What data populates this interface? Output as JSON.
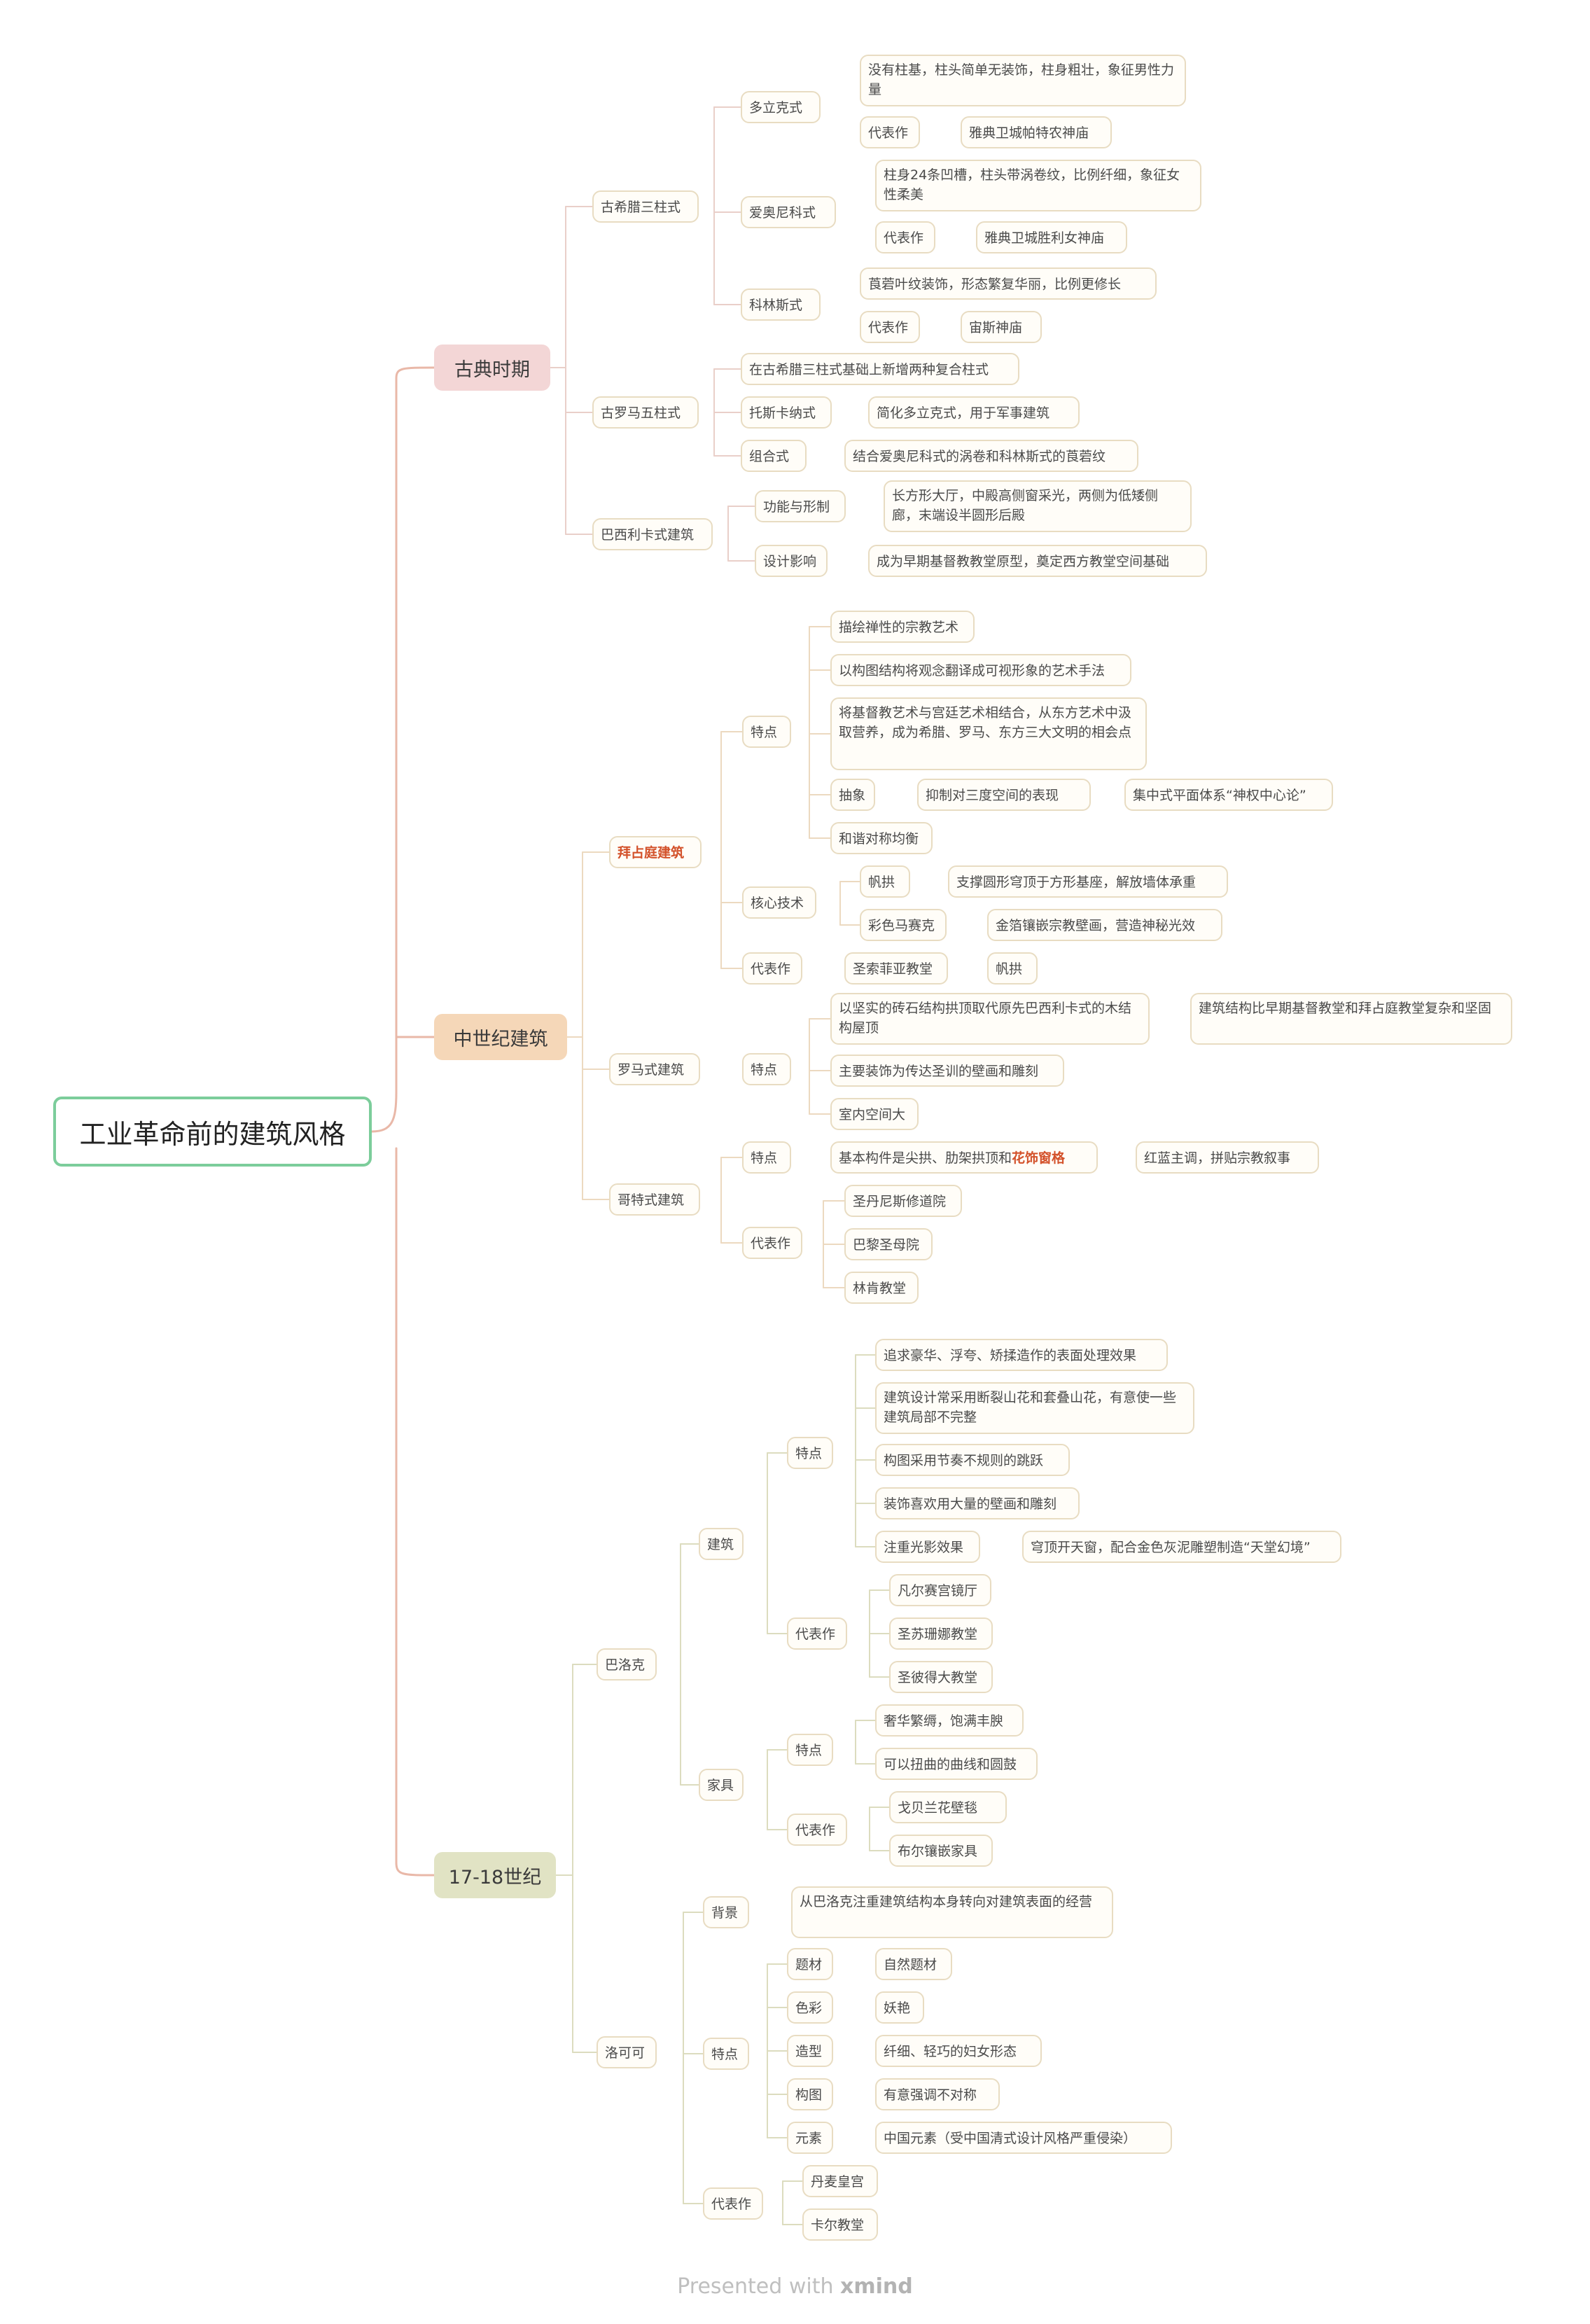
{
  "root": "工业革命前的建筑风格",
  "eras": [
    {
      "label": "古典时期",
      "color": "#f3d6d6"
    },
    {
      "label": "中世纪建筑",
      "color": "#f5d7b8"
    },
    {
      "label": "17-18世纪",
      "color": "#e1e3c4"
    }
  ],
  "classical": {
    "greek": "古希腊三柱式",
    "doric": "多立克式",
    "doric_desc": "没有柱基，柱头简单无装饰，柱身粗壮，象征男性力量",
    "doric_rep_label": "代表作",
    "doric_rep": "雅典卫城帕特农神庙",
    "ionic": "爱奥尼科式",
    "ionic_desc": "柱身24条凹槽，柱头带涡卷纹，比例纤细，象征女性柔美",
    "ionic_rep_label": "代表作",
    "ionic_rep": "雅典卫城胜利女神庙",
    "corinthian": "科林斯式",
    "corinthian_desc": "莨菪叶纹装饰，形态繁复华丽，比例更修长",
    "corinthian_rep_label": "代表作",
    "corinthian_rep": "宙斯神庙",
    "roman": "古罗马五柱式",
    "roman_desc": "在古希腊三柱式基础上新增两种复合柱式",
    "tuscan": "托斯卡纳式",
    "tuscan_desc": "简化多立克式，用于军事建筑",
    "composite": "组合式",
    "composite_desc": "结合爱奥尼科式的涡卷和科林斯式的莨菪纹",
    "basilica": "巴西利卡式建筑",
    "basilica_func": "功能与形制",
    "basilica_func_desc": "长方形大厅，中殿高侧窗采光，两侧为低矮侧廊，末端设半圆形后殿",
    "basilica_influence": "设计影响",
    "basilica_influence_desc": "成为早期基督教教堂原型，奠定西方教堂空间基础"
  },
  "medieval": {
    "byzantine": "拜占庭建筑",
    "byz_features": "特点",
    "byz_f1": "描绘禅性的宗教艺术",
    "byz_f2": "以构图结构将观念翻译成可视形象的艺术手法",
    "byz_f3": "将基督教艺术与宫廷艺术相结合，从东方艺术中汲取营养，成为希腊、罗马、东方三大文明的相会点",
    "byz_f4": "抽象",
    "byz_f4a": "抑制对三度空间的表现",
    "byz_f4b": "集中式平面体系“神权中心论”",
    "byz_f5": "和谐对称均衡",
    "byz_tech": "核心技术",
    "byz_t1": "帆拱",
    "byz_t1_desc": "支撑圆形穹顶于方形基座，解放墙体承重",
    "byz_t2": "彩色马赛克",
    "byz_t2_desc": "金箔镶嵌宗教壁画，营造神秘光效",
    "byz_rep_label": "代表作",
    "byz_rep1": "圣索菲亚教堂",
    "byz_rep2": "帆拱",
    "romanesque": "罗马式建筑",
    "rom_features": "特点",
    "rom_f1": "以坚实的砖石结构拱顶取代原先巴西利卡式的木结构屋顶",
    "rom_f1_desc": "建筑结构比早期基督教堂和拜占庭教堂复杂和坚固",
    "rom_f2": "主要装饰为传达圣训的壁画和雕刻",
    "rom_f3": "室内空间大",
    "gothic": "哥特式建筑",
    "goth_features": "特点",
    "goth_f1_pre": "基本构件是尖拱、肋架拱顶和",
    "goth_f1_hl": "花饰窗格",
    "goth_f1_desc": "红蓝主调，拼贴宗教叙事",
    "goth_rep_label": "代表作",
    "goth_rep1": "圣丹尼斯修道院",
    "goth_rep2": "巴黎圣母院",
    "goth_rep3": "林肯教堂"
  },
  "c1718": {
    "baroque": "巴洛克",
    "bar_arch": "建筑",
    "bar_arch_features": "特点",
    "bar_f1": "追求豪华、浮夸、矫揉造作的表面处理效果",
    "bar_f2": "建筑设计常采用断裂山花和套叠山花，有意使一些建筑局部不完整",
    "bar_f3": "构图采用节奏不规则的跳跃",
    "bar_f4": "装饰喜欢用大量的壁画和雕刻",
    "bar_f5": "注重光影效果",
    "bar_f5_desc": "穹顶开天窗，配合金色灰泥雕塑制造“天堂幻境”",
    "bar_arch_rep_label": "代表作",
    "bar_rep1": "凡尔赛宫镜厅",
    "bar_rep2": "圣苏珊娜教堂",
    "bar_rep3": "圣彼得大教堂",
    "bar_furn": "家具",
    "bar_furn_features": "特点",
    "bar_furn_f1": "奢华繁缛，饱满丰腴",
    "bar_furn_f2": "可以扭曲的曲线和圆鼓",
    "bar_furn_rep_label": "代表作",
    "bar_furn_rep1": "戈贝兰花壁毯",
    "bar_furn_rep2": "布尔镶嵌家具",
    "rococo": "洛可可",
    "roc_bg": "背景",
    "roc_bg_desc": "从巴洛克注重建筑结构本身转向对建筑表面的经营",
    "roc_features": "特点",
    "roc_subject": "题材",
    "roc_subject_v": "自然题材",
    "roc_color": "色彩",
    "roc_color_v": "妖艳",
    "roc_shape": "造型",
    "roc_shape_v": "纤细、轻巧的妇女形态",
    "roc_comp": "构图",
    "roc_comp_v": "有意强调不对称",
    "roc_elem": "元素",
    "roc_elem_v": "中国元素（受中国清式设计风格严重侵染）",
    "roc_rep_label": "代表作",
    "roc_rep1": "丹麦皇宫",
    "roc_rep2": "卡尔教堂"
  },
  "footer": {
    "presented": "Presented with ",
    "brand": "xmind"
  }
}
